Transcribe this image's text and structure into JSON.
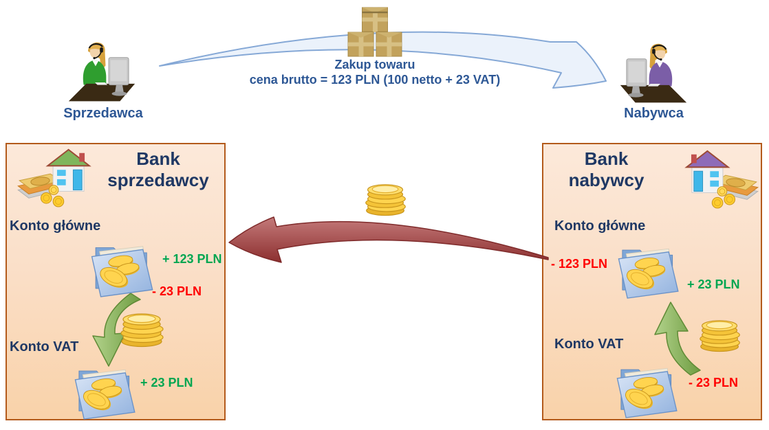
{
  "top_flow": {
    "seller_label": "Sprzedawca",
    "buyer_label": "Nabywca",
    "purchase_title": "Zakup towaru",
    "purchase_detail": "cena brutto = 123 PLN (100 netto + 23 VAT)"
  },
  "seller_bank": {
    "title_line1": "Bank",
    "title_line2": "sprzedawcy",
    "main_account_label": "Konto główne",
    "main_account_credit": "+ 123 PLN",
    "main_account_debit": "- 23 PLN",
    "vat_account_label": "Konto VAT",
    "vat_account_credit": "+ 23 PLN"
  },
  "buyer_bank": {
    "title_line1": "Bank",
    "title_line2": "nabywcy",
    "main_account_label": "Konto główne",
    "main_account_debit": "- 123 PLN",
    "main_account_credit": "+ 23 PLN",
    "vat_account_label": "Konto VAT",
    "vat_account_debit": "- 23 PLN"
  },
  "icons": {
    "seller_person_icon": "woman-with-headset-at-computer",
    "buyer_person_icon": "woman-with-headset-at-computer",
    "goods_boxes_icon": "stacked-cardboard-parcels",
    "seller_bank_building_icon": "house-with-banknotes-and-coins",
    "buyer_bank_building_icon": "house-with-banknotes-and-coins",
    "account_folder_icon": "folder-with-gold-coins",
    "coin_stack_icon": "stack-of-gold-coins"
  },
  "colors": {
    "credit_green": "#00A651",
    "debit_red": "#FF0000",
    "heading_navy": "#1F3864",
    "flow_text_blue": "#2D5795",
    "panel_border": "#B35A1B",
    "panel_bg_top": "#FCE9DA",
    "panel_bg_bottom": "#F9D2A9",
    "goods_arrow_fill": "#EBF2FB",
    "goods_arrow_stroke": "#85A8D6",
    "payment_arrow_red": "#8C2F2F",
    "vat_arrow_green": "#6E9C41"
  }
}
